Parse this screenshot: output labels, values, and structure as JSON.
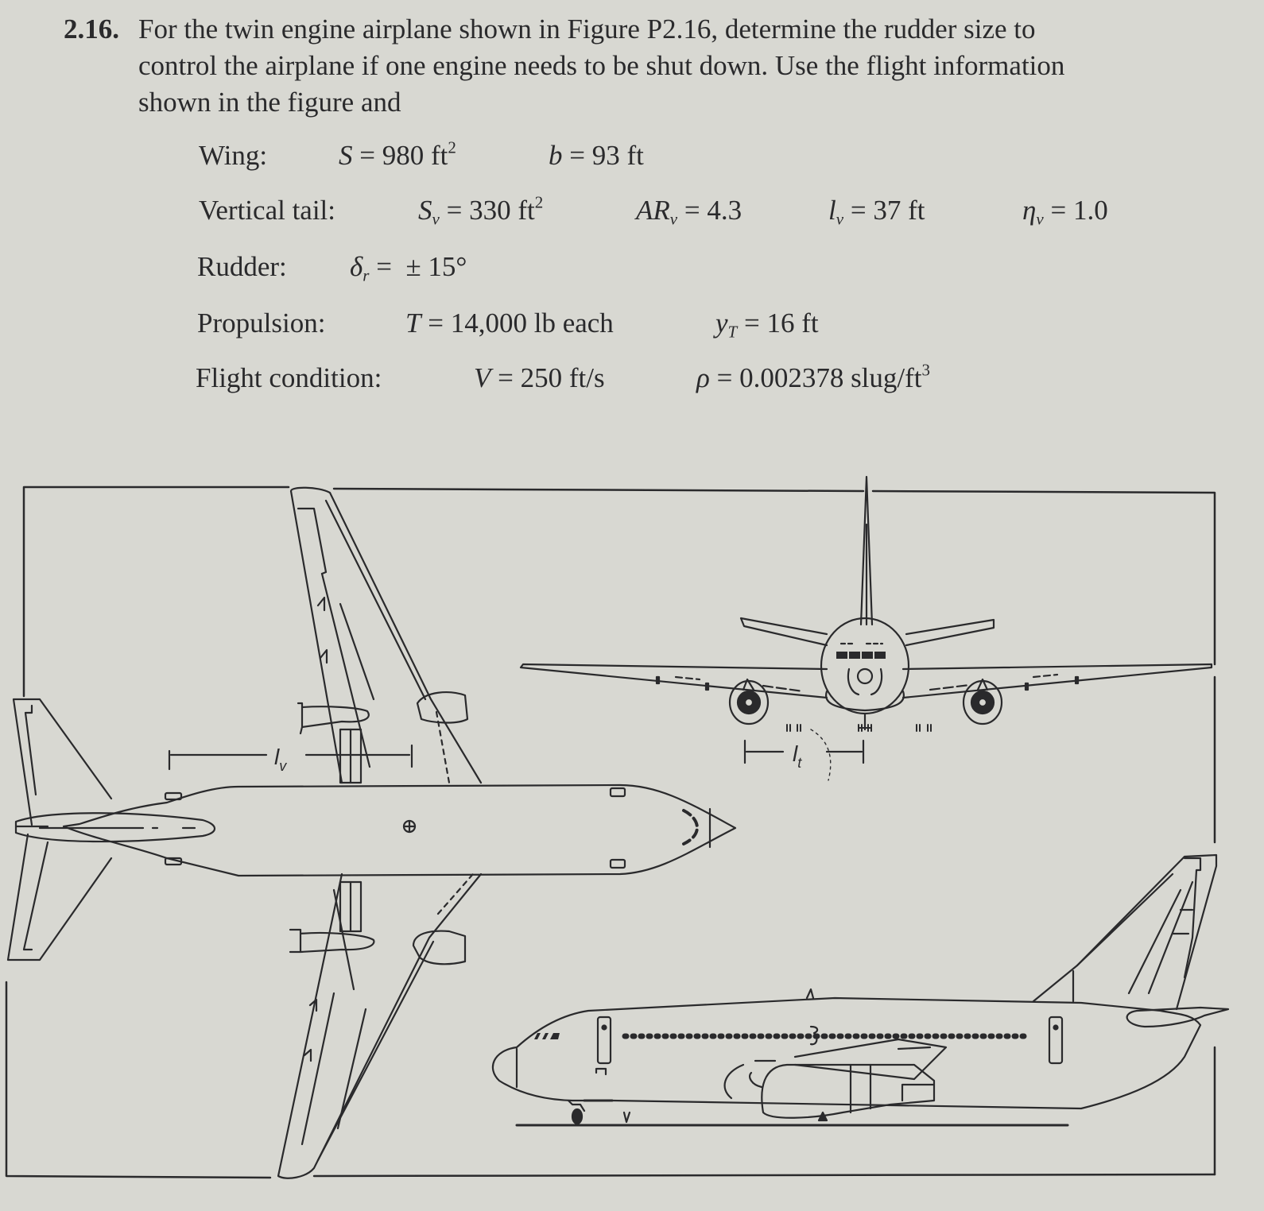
{
  "problem": {
    "number": "2.16.",
    "lines": [
      "For the twin engine airplane shown in Figure P2.16, determine the rudder size to",
      "control the airplane if one engine needs to be shut down. Use the flight information",
      "shown in the figure and"
    ]
  },
  "parameters": {
    "wing": {
      "label": "Wing:",
      "S": {
        "symbol": "S",
        "value": "980 ft",
        "exp": "2"
      },
      "b": {
        "symbol": "b",
        "value": "93 ft"
      }
    },
    "vertical_tail": {
      "label": "Vertical tail:",
      "Sv": {
        "symbol": "S",
        "sub": "v",
        "value": "330 ft",
        "exp": "2"
      },
      "ARv": {
        "symbol": "AR",
        "sub": "v",
        "value": "4.3"
      },
      "lv": {
        "symbol": "l",
        "sub": "v",
        "value": "37 ft"
      },
      "eta_v": {
        "symbol": "η",
        "sub": "v",
        "value": "1.0"
      }
    },
    "rudder": {
      "label": "Rudder:",
      "delta_r": {
        "symbol": "δ",
        "sub": "r",
        "value": "± 15°"
      }
    },
    "propulsion": {
      "label": "Propulsion:",
      "T": {
        "symbol": "T",
        "value": "14,000 lb each"
      },
      "yT": {
        "symbol": "y",
        "sub": "T",
        "value": "16 ft"
      }
    },
    "flight_condition": {
      "label": "Flight condition:",
      "V": {
        "symbol": "V",
        "value": "250 ft/s"
      },
      "rho": {
        "symbol": "ρ",
        "value": "0.002378 slug/ft",
        "exp": "3"
      }
    }
  },
  "figure": {
    "id": "Figure P2.16",
    "views": [
      "top-view",
      "front-view",
      "side-view"
    ],
    "dimension_labels": {
      "lv": {
        "base": "l",
        "sub": "v"
      },
      "lt": {
        "base": "l",
        "sub": "t"
      }
    }
  }
}
